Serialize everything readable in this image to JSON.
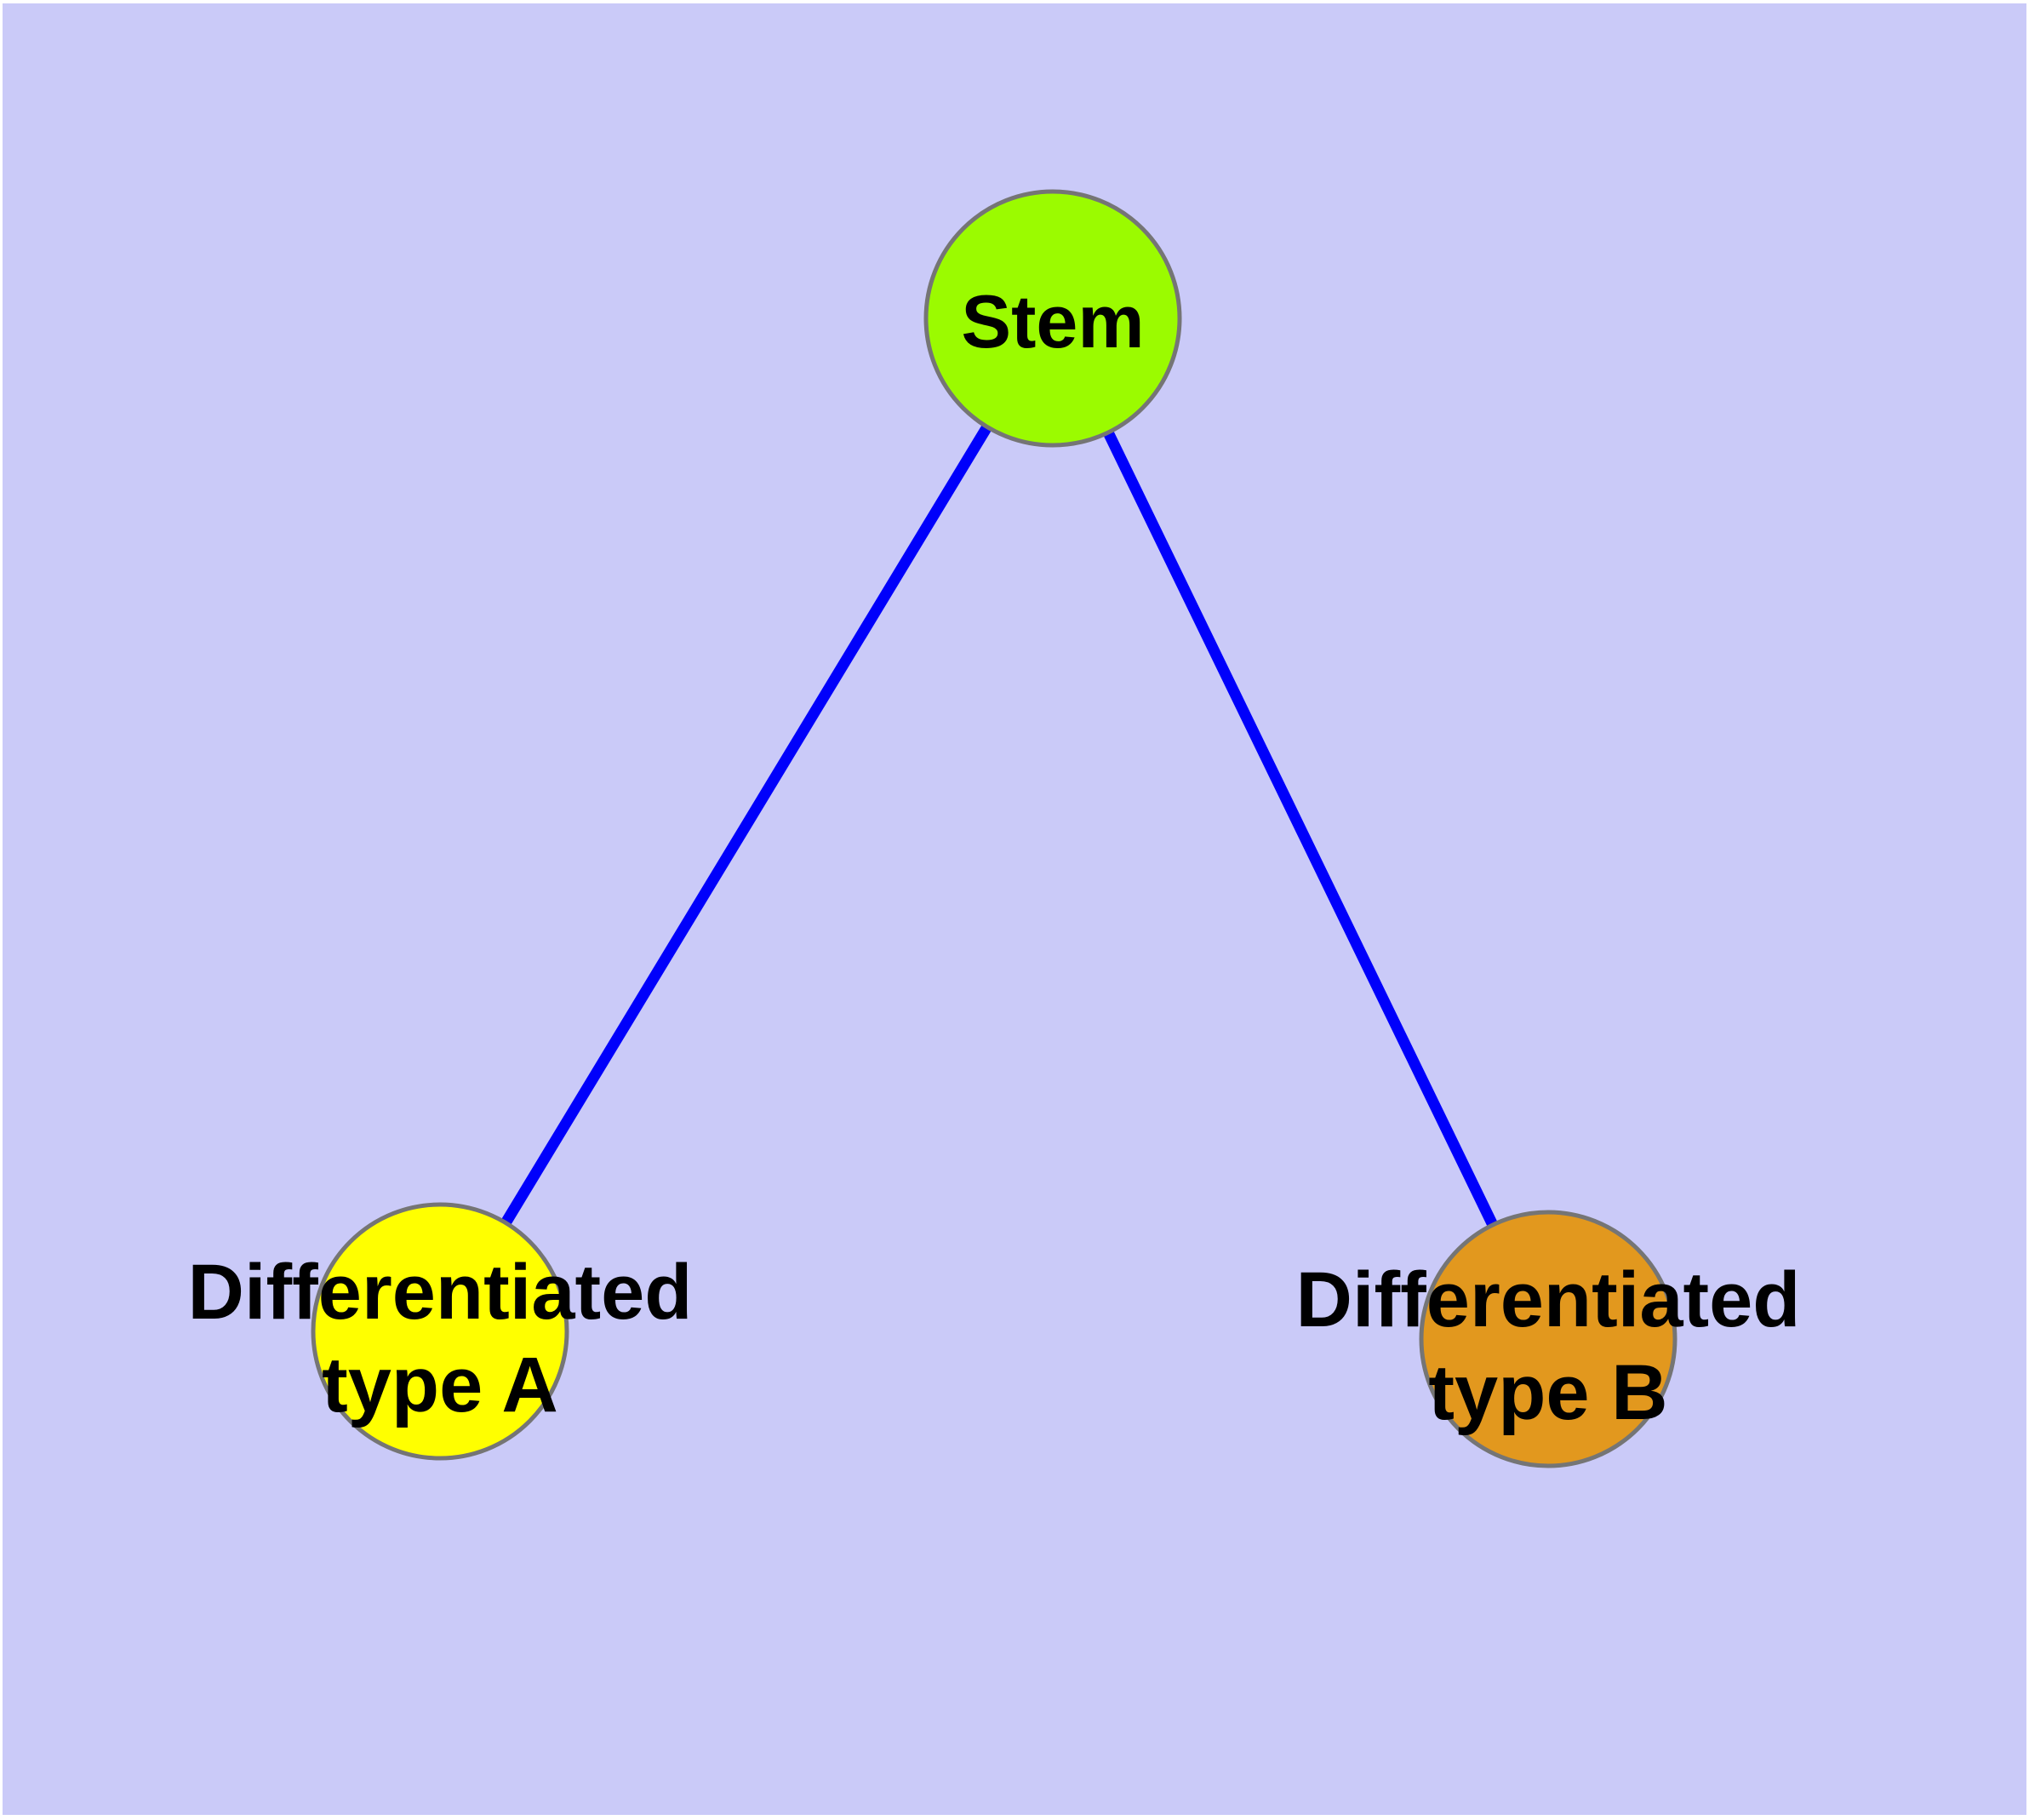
{
  "diagram": {
    "page_color": "#FFFFFF",
    "background_color": "#CACAF8",
    "edge_color": "#0000FB",
    "node_border_color": "#757575",
    "label_color": "#000000",
    "nodes": [
      {
        "id": "stem",
        "label": "Stem",
        "fill": "#9BFB00"
      },
      {
        "id": "differentiated-type-a",
        "label_line1": "Differentiated",
        "label_line2": "type A",
        "fill": "#FFFF00"
      },
      {
        "id": "differentiated-type-b",
        "label_line1": "Differentiated",
        "label_line2": "type B",
        "fill": "#E2981E"
      }
    ],
    "edges": [
      {
        "from": "Stem",
        "to": "Differentiated type A"
      },
      {
        "from": "Stem",
        "to": "Differentiated type B"
      }
    ]
  }
}
